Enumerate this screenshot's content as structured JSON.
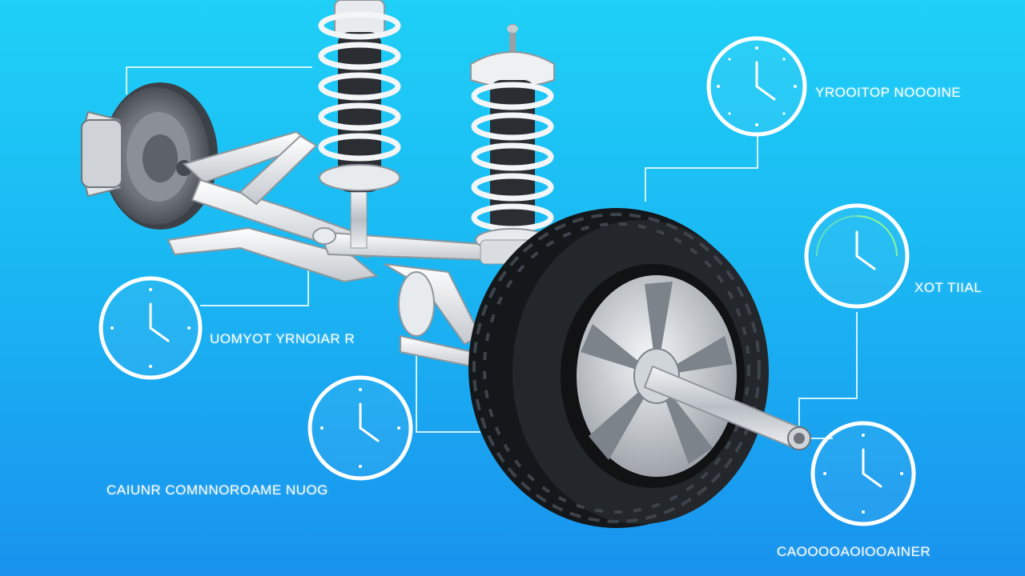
{
  "colors": {
    "background_top": "#1fd0f7",
    "background_bottom": "#1992ee",
    "callout_line": "#e6fbff",
    "clock_face": "#ffffff",
    "tire": "#1f2226",
    "metal": "#d9dde2"
  },
  "labels": {
    "top_right": "YROOITOP NOOOINE",
    "middle_right": "XOT TIIAL",
    "left": "UOMYOT YRNOIAR R",
    "bottom_left": "CAIUNR COMNNOROAME NUOG",
    "bottom_right": "CAOOOOAOIOOAINER"
  },
  "icons": [
    "clock-icon",
    "coil-spring-icon",
    "brake-disc-icon",
    "tire-icon"
  ]
}
